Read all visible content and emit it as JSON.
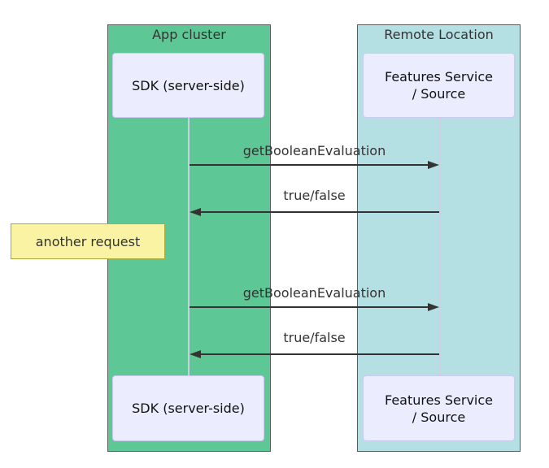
{
  "colors": {
    "app-cluster-bg": "#5dc795",
    "remote-location-bg": "#b5e0e3",
    "container-border": "#5b5b5b",
    "participant-bg": "#ececff",
    "participant-border": "#cbcbef",
    "lifeline": "#ccd0e4",
    "note-bg": "#faf3a4",
    "note-border": "#abab39",
    "arrow": "#333333",
    "text": "#333333"
  },
  "diagram": {
    "type": "sequence-diagram",
    "groups": [
      {
        "label": "App cluster"
      },
      {
        "label": "Remote Location"
      }
    ],
    "participants": [
      {
        "id": "sdk-top",
        "lines": [
          "SDK (server-side)"
        ]
      },
      {
        "id": "features-top",
        "lines": [
          "Features Service",
          "/ Source"
        ]
      },
      {
        "id": "sdk-bottom",
        "lines": [
          "SDK (server-side)"
        ]
      },
      {
        "id": "features-bottom",
        "lines": [
          "Features Service",
          "/ Source"
        ]
      }
    ],
    "messages": [
      {
        "label": "getBooleanEvaluation",
        "direction": "right"
      },
      {
        "label": "true/false",
        "direction": "left"
      },
      {
        "label": "getBooleanEvaluation",
        "direction": "right"
      },
      {
        "label": "true/false",
        "direction": "left"
      }
    ],
    "note": {
      "text": "another request",
      "position": "left of SDK (server-side)"
    }
  }
}
